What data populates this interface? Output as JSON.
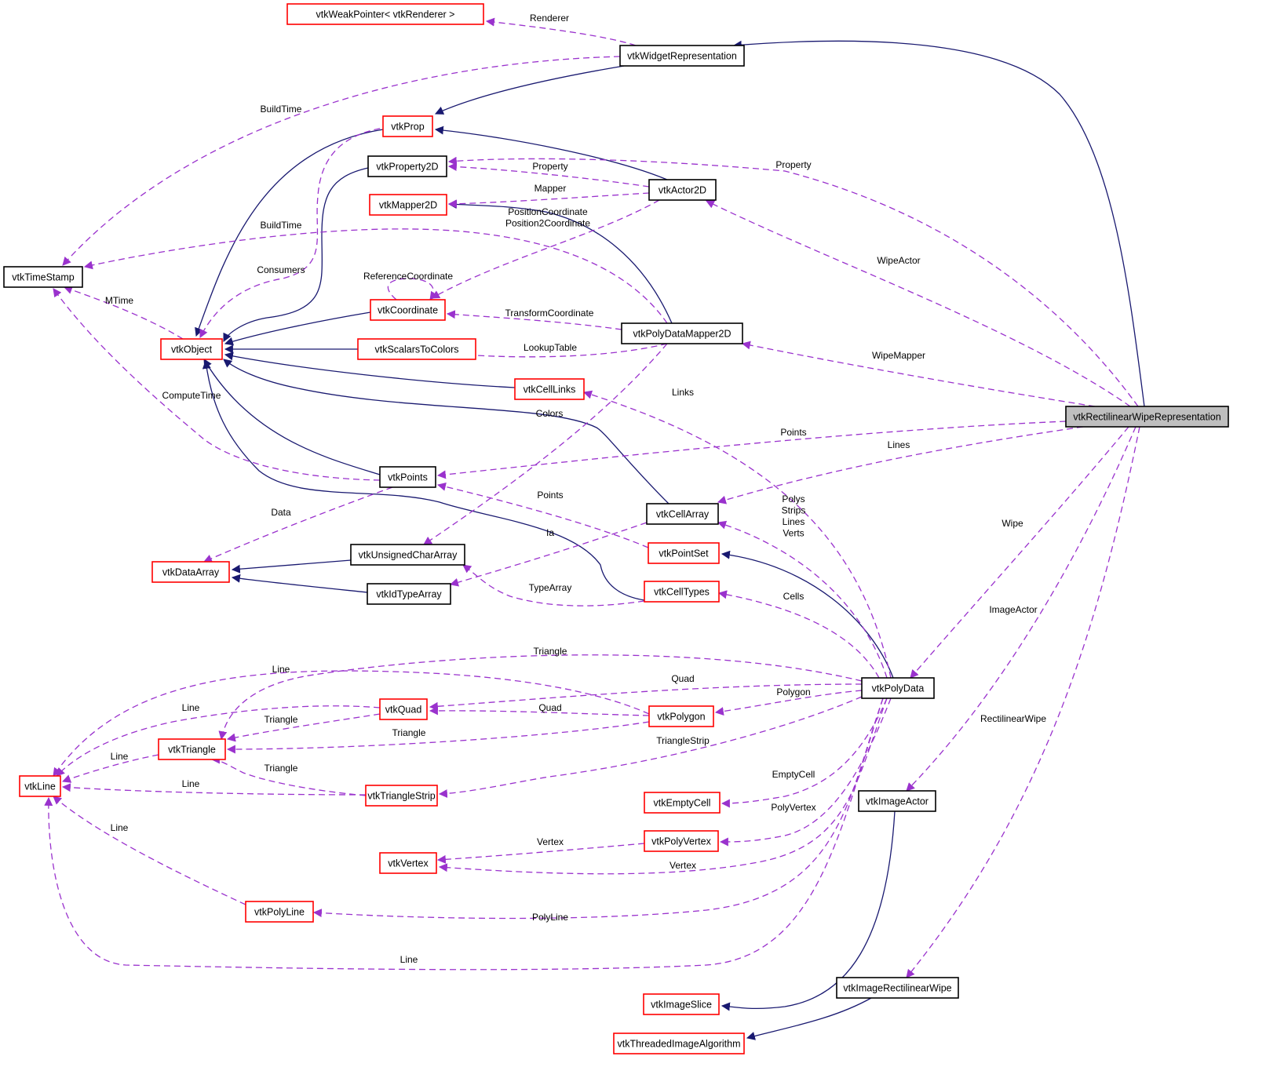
{
  "diagram": {
    "title": "vtkRectilinearWipeRepresentation collaboration graph",
    "colors": {
      "background": "#ffffff",
      "focus_fill": "#bfbfbf",
      "node_fill": "#ffffff",
      "documented_border": "#000000",
      "undocumented_border": "#ff0000",
      "inheritance_edge": "#191970",
      "usage_edge": "#9a32cd"
    },
    "nodes": [
      {
        "id": "focus",
        "label": "vtkRectilinearWipeRepresentation",
        "style": "focus"
      },
      {
        "id": "weakptr",
        "label": "vtkWeakPointer< vtkRenderer >",
        "style": "red"
      },
      {
        "id": "widgetrep",
        "label": "vtkWidgetRepresentation",
        "style": "black"
      },
      {
        "id": "prop",
        "label": "vtkProp",
        "style": "red"
      },
      {
        "id": "property2d",
        "label": "vtkProperty2D",
        "style": "black"
      },
      {
        "id": "actor2d",
        "label": "vtkActor2D",
        "style": "black"
      },
      {
        "id": "mapper2d",
        "label": "vtkMapper2D",
        "style": "red"
      },
      {
        "id": "timestamp",
        "label": "vtkTimeStamp",
        "style": "black"
      },
      {
        "id": "coordinate",
        "label": "vtkCoordinate",
        "style": "red"
      },
      {
        "id": "polydatamapper2d",
        "label": "vtkPolyDataMapper2D",
        "style": "black"
      },
      {
        "id": "object",
        "label": "vtkObject",
        "style": "red"
      },
      {
        "id": "scalarstocolors",
        "label": "vtkScalarsToColors",
        "style": "red"
      },
      {
        "id": "celllinks",
        "label": "vtkCellLinks",
        "style": "red"
      },
      {
        "id": "points",
        "label": "vtkPoints",
        "style": "black"
      },
      {
        "id": "cellarray",
        "label": "vtkCellArray",
        "style": "black"
      },
      {
        "id": "pointset",
        "label": "vtkPointSet",
        "style": "red"
      },
      {
        "id": "dataarray",
        "label": "vtkDataArray",
        "style": "red"
      },
      {
        "id": "uchararray",
        "label": "vtkUnsignedCharArray",
        "style": "black"
      },
      {
        "id": "idtypearray",
        "label": "vtkIdTypeArray",
        "style": "black"
      },
      {
        "id": "celltypes",
        "label": "vtkCellTypes",
        "style": "red"
      },
      {
        "id": "polydata",
        "label": "vtkPolyData",
        "style": "black"
      },
      {
        "id": "quad",
        "label": "vtkQuad",
        "style": "red"
      },
      {
        "id": "polygon",
        "label": "vtkPolygon",
        "style": "red"
      },
      {
        "id": "triangle",
        "label": "vtkTriangle",
        "style": "red"
      },
      {
        "id": "line",
        "label": "vtkLine",
        "style": "red"
      },
      {
        "id": "trianglestrip",
        "label": "vtkTriangleStrip",
        "style": "red"
      },
      {
        "id": "emptycell",
        "label": "vtkEmptyCell",
        "style": "red"
      },
      {
        "id": "imageactor",
        "label": "vtkImageActor",
        "style": "black"
      },
      {
        "id": "polyvertex",
        "label": "vtkPolyVertex",
        "style": "red"
      },
      {
        "id": "vertex",
        "label": "vtkVertex",
        "style": "red"
      },
      {
        "id": "polyline",
        "label": "vtkPolyLine",
        "style": "red"
      },
      {
        "id": "imagerectwipe",
        "label": "vtkImageRectilinearWipe",
        "style": "black"
      },
      {
        "id": "imageslice",
        "label": "vtkImageSlice",
        "style": "red"
      },
      {
        "id": "threadedimagealg",
        "label": "vtkThreadedImageAlgorithm",
        "style": "red"
      }
    ],
    "edges": [
      {
        "id": "e1",
        "from": "widgetrep",
        "to": "focus",
        "kind": "inheritance",
        "label": ""
      },
      {
        "id": "e2",
        "from": "prop",
        "to": "widgetrep",
        "kind": "inheritance",
        "label": ""
      },
      {
        "id": "e3",
        "from": "prop",
        "to": "actor2d",
        "kind": "inheritance",
        "label": ""
      },
      {
        "id": "e4",
        "from": "object",
        "to": "prop",
        "kind": "inheritance",
        "label": ""
      },
      {
        "id": "e5",
        "from": "object",
        "to": "property2d",
        "kind": "inheritance",
        "label": ""
      },
      {
        "id": "e6",
        "from": "object",
        "to": "coordinate",
        "kind": "inheritance",
        "label": ""
      },
      {
        "id": "e7",
        "from": "object",
        "to": "scalarstocolors",
        "kind": "inheritance",
        "label": ""
      },
      {
        "id": "e8",
        "from": "object",
        "to": "celllinks",
        "kind": "inheritance",
        "label": ""
      },
      {
        "id": "e9",
        "from": "object",
        "to": "cellarray",
        "kind": "inheritance",
        "label": ""
      },
      {
        "id": "e10",
        "from": "object",
        "to": "points",
        "kind": "inheritance",
        "label": ""
      },
      {
        "id": "e11",
        "from": "object",
        "to": "celltypes",
        "kind": "inheritance",
        "label": ""
      },
      {
        "id": "e12",
        "from": "mapper2d",
        "to": "polydatamapper2d",
        "kind": "inheritance",
        "label": ""
      },
      {
        "id": "e13",
        "from": "dataarray",
        "to": "uchararray",
        "kind": "inheritance",
        "label": ""
      },
      {
        "id": "e14",
        "from": "dataarray",
        "to": "idtypearray",
        "kind": "inheritance",
        "label": ""
      },
      {
        "id": "e15",
        "from": "pointset",
        "to": "polydata",
        "kind": "inheritance",
        "label": ""
      },
      {
        "id": "e16",
        "from": "imageslice",
        "to": "imageactor",
        "kind": "inheritance",
        "label": ""
      },
      {
        "id": "e17",
        "from": "threadedimagealg",
        "to": "imagerectwipe",
        "kind": "inheritance",
        "label": ""
      },
      {
        "id": "u1",
        "from": "widgetrep",
        "to": "weakptr",
        "kind": "usage",
        "label": "Renderer"
      },
      {
        "id": "u2",
        "from": "widgetrep",
        "to": "timestamp",
        "kind": "usage",
        "label": "BuildTime"
      },
      {
        "id": "u3",
        "from": "polydatamapper2d",
        "to": "timestamp",
        "kind": "usage",
        "label": "BuildTime"
      },
      {
        "id": "u4",
        "from": "object",
        "to": "timestamp",
        "kind": "usage",
        "label": "MTime"
      },
      {
        "id": "u5",
        "from": "points",
        "to": "timestamp",
        "kind": "usage",
        "label": "ComputeTime"
      },
      {
        "id": "u6",
        "from": "prop",
        "to": "object",
        "kind": "usage",
        "label": "Consumers"
      },
      {
        "id": "u7",
        "from": "actor2d",
        "to": "property2d",
        "kind": "usage",
        "label": "Property"
      },
      {
        "id": "u8",
        "from": "focus",
        "to": "property2d",
        "kind": "usage",
        "label": "Property"
      },
      {
        "id": "u9",
        "from": "actor2d",
        "to": "mapper2d",
        "kind": "usage",
        "label": "Mapper"
      },
      {
        "id": "u10",
        "from": "actor2d",
        "to": "coordinate",
        "kind": "usage",
        "label": "PositionCoordinate\nPosition2Coordinate"
      },
      {
        "id": "u11",
        "from": "coordinate",
        "to": "coordinate",
        "kind": "usage",
        "label": "ReferenceCoordinate"
      },
      {
        "id": "u12",
        "from": "polydatamapper2d",
        "to": "coordinate",
        "kind": "usage",
        "label": "TransformCoordinate"
      },
      {
        "id": "u13",
        "from": "polydatamapper2d",
        "to": "scalarstocolors",
        "kind": "usage",
        "label": "LookupTable"
      },
      {
        "id": "u14",
        "from": "focus",
        "to": "actor2d",
        "kind": "usage",
        "label": "WipeActor"
      },
      {
        "id": "u15",
        "from": "focus",
        "to": "polydatamapper2d",
        "kind": "usage",
        "label": "WipeMapper"
      },
      {
        "id": "u16",
        "from": "polydata",
        "to": "celllinks",
        "kind": "usage",
        "label": "Links"
      },
      {
        "id": "u17",
        "from": "polydatamapper2d",
        "to": "uchararray",
        "kind": "usage",
        "label": "Colors"
      },
      {
        "id": "u18",
        "from": "focus",
        "to": "points",
        "kind": "usage",
        "label": "Points"
      },
      {
        "id": "u19",
        "from": "focus",
        "to": "cellarray",
        "kind": "usage",
        "label": "Lines"
      },
      {
        "id": "u20",
        "from": "pointset",
        "to": "points",
        "kind": "usage",
        "label": "Points"
      },
      {
        "id": "u21",
        "from": "points",
        "to": "dataarray",
        "kind": "usage",
        "label": "Data"
      },
      {
        "id": "u22",
        "from": "cellarray",
        "to": "idtypearray",
        "kind": "usage",
        "label": "Ia"
      },
      {
        "id": "u23",
        "from": "polydata",
        "to": "cellarray",
        "kind": "usage",
        "label": "Polys\nStrips\nLines\nVerts"
      },
      {
        "id": "u24",
        "from": "celltypes",
        "to": "uchararray",
        "kind": "usage",
        "label": "TypeArray"
      },
      {
        "id": "u25",
        "from": "polydata",
        "to": "celltypes",
        "kind": "usage",
        "label": "Cells"
      },
      {
        "id": "u26",
        "from": "focus",
        "to": "polydata",
        "kind": "usage",
        "label": "Wipe"
      },
      {
        "id": "u27",
        "from": "focus",
        "to": "imageactor",
        "kind": "usage",
        "label": "ImageActor"
      },
      {
        "id": "u28",
        "from": "focus",
        "to": "imagerectwipe",
        "kind": "usage",
        "label": "RectilinearWipe"
      },
      {
        "id": "u29",
        "from": "polydata",
        "to": "triangle",
        "kind": "usage",
        "label": "Triangle"
      },
      {
        "id": "u30",
        "from": "polygon",
        "to": "line",
        "kind": "usage",
        "label": "Line"
      },
      {
        "id": "u31",
        "from": "polydata",
        "to": "quad",
        "kind": "usage",
        "label": "Quad"
      },
      {
        "id": "u32",
        "from": "polydata",
        "to": "polygon",
        "kind": "usage",
        "label": "Polygon"
      },
      {
        "id": "u33",
        "from": "quad",
        "to": "line",
        "kind": "usage",
        "label": "Line"
      },
      {
        "id": "u34",
        "from": "quad",
        "to": "triangle",
        "kind": "usage",
        "label": "Triangle"
      },
      {
        "id": "u35",
        "from": "polygon",
        "to": "quad",
        "kind": "usage",
        "label": "Quad"
      },
      {
        "id": "u36",
        "from": "polygon",
        "to": "triangle",
        "kind": "usage",
        "label": "Triangle"
      },
      {
        "id": "u37",
        "from": "triangle",
        "to": "line",
        "kind": "usage",
        "label": "Line"
      },
      {
        "id": "u38",
        "from": "polydata",
        "to": "trianglestrip",
        "kind": "usage",
        "label": "TriangleStrip"
      },
      {
        "id": "u39",
        "from": "trianglestrip",
        "to": "triangle",
        "kind": "usage",
        "label": "Triangle"
      },
      {
        "id": "u40",
        "from": "trianglestrip",
        "to": "line",
        "kind": "usage",
        "label": "Line"
      },
      {
        "id": "u41",
        "from": "polydata",
        "to": "emptycell",
        "kind": "usage",
        "label": "EmptyCell"
      },
      {
        "id": "u42",
        "from": "polydata",
        "to": "polyvertex",
        "kind": "usage",
        "label": "PolyVertex"
      },
      {
        "id": "u43",
        "from": "polyvertex",
        "to": "vertex",
        "kind": "usage",
        "label": "Vertex"
      },
      {
        "id": "u44",
        "from": "polydata",
        "to": "vertex",
        "kind": "usage",
        "label": "Vertex"
      },
      {
        "id": "u45",
        "from": "polyline",
        "to": "line",
        "kind": "usage",
        "label": "Line"
      },
      {
        "id": "u46",
        "from": "polydata",
        "to": "polyline",
        "kind": "usage",
        "label": "PolyLine"
      },
      {
        "id": "u47",
        "from": "polydata",
        "to": "line",
        "kind": "usage",
        "label": "Line"
      }
    ]
  }
}
